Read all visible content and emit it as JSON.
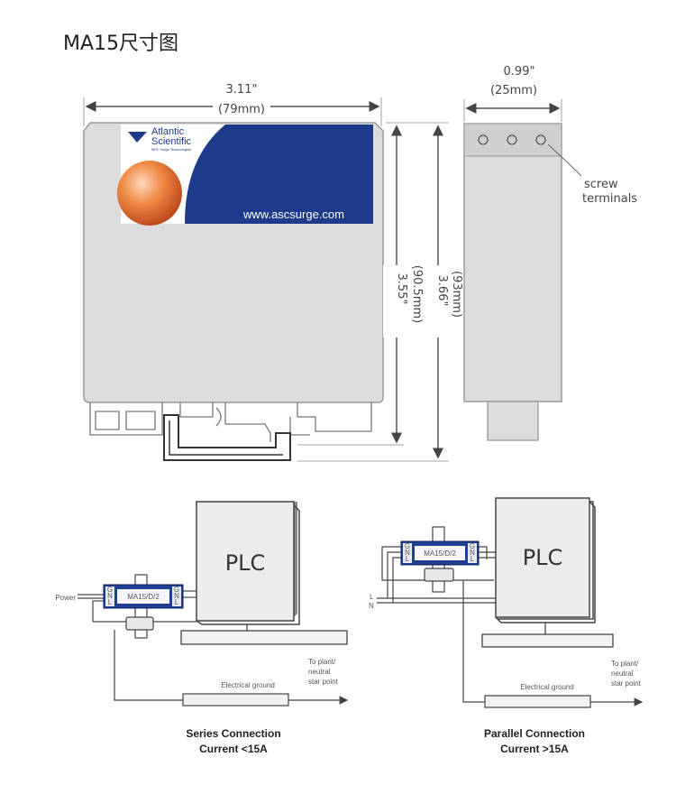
{
  "title": "MA15尺寸图",
  "dimensions": {
    "width_in": "3.11\"",
    "width_mm": "(79mm)",
    "depth_in": "0.99\"",
    "depth_mm": "(25mm)",
    "height1_in": "3.55\"",
    "height1_mm": "(90.5mm)",
    "height2_in": "3.66\"",
    "height2_mm": "(93mm)"
  },
  "label": {
    "brand_line1": "Atlantic",
    "brand_line2": "Scientific",
    "brand_tagline": "MPL Surge Technologies",
    "url": "www.ascsurge.com"
  },
  "annotations": {
    "screw_line1": "screw",
    "screw_line2": "terminals"
  },
  "series": {
    "plc": "PLC",
    "device": "MA15/D/2",
    "power": "Power",
    "pins_left": [
      "G",
      "N",
      "L"
    ],
    "pins_right": [
      "G",
      "N",
      "L"
    ],
    "ground": "Electrical ground",
    "dest1": "To plant/",
    "dest2": "neutral",
    "dest3": "star point",
    "caption1": "Series Connection",
    "caption2": "Current <15A"
  },
  "parallel": {
    "plc": "PLC",
    "device": "MA15/D/2",
    "l_label": "L",
    "n_label": "N",
    "pins_left": [
      "G",
      "N",
      "L"
    ],
    "pins_right": [
      "G",
      "N",
      "L"
    ],
    "ground": "Electrical ground",
    "dest1": "To plant/",
    "dest2": "neutral",
    "dest3": "star point",
    "caption1": "Parallel Connection",
    "caption2": "Current >15A"
  },
  "colors": {
    "label_blue": "#1e3a8a",
    "device_blue": "#1f3d91",
    "housing": "#dcdcdc",
    "housing_stroke": "#9a9a9a",
    "orb": "#e8742f"
  }
}
